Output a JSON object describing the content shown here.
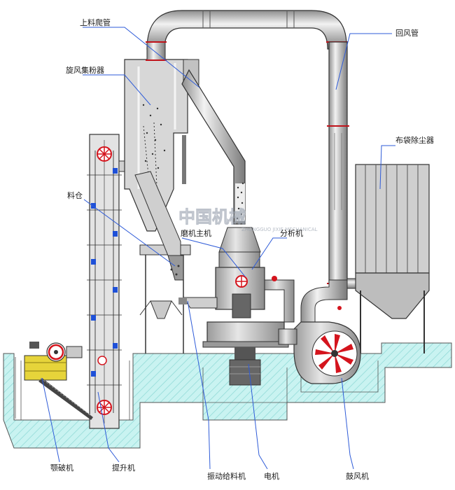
{
  "labels": {
    "feed_pipe": "上料爬管",
    "return_air_pipe": "回风管",
    "cyclone_collector": "旋风集粉器",
    "bag_filter": "布袋除尘器",
    "hopper": "料仓",
    "main_mill": "磨机主机",
    "classifier": "分析机",
    "jaw_crusher": "颚破机",
    "elevator": "提升机",
    "vibrating_feeder": "振动给料机",
    "motor": "电机",
    "blower": "鼓风机"
  },
  "watermark": {
    "text": "中国机械",
    "subtext": "ZHONGGUO JIXIE MECHANICAL"
  },
  "colors": {
    "label_line": "#2e5bd8",
    "foundation": "#c9f3f1",
    "foundation_hatch": "#8fd9d6",
    "equipment_gray": "#c9c9c9",
    "equipment_dark": "#6f6f6f",
    "fan_red": "#d4141d",
    "crusher_yellow": "#e6d43a",
    "bucket_blue": "#1e50d8"
  }
}
